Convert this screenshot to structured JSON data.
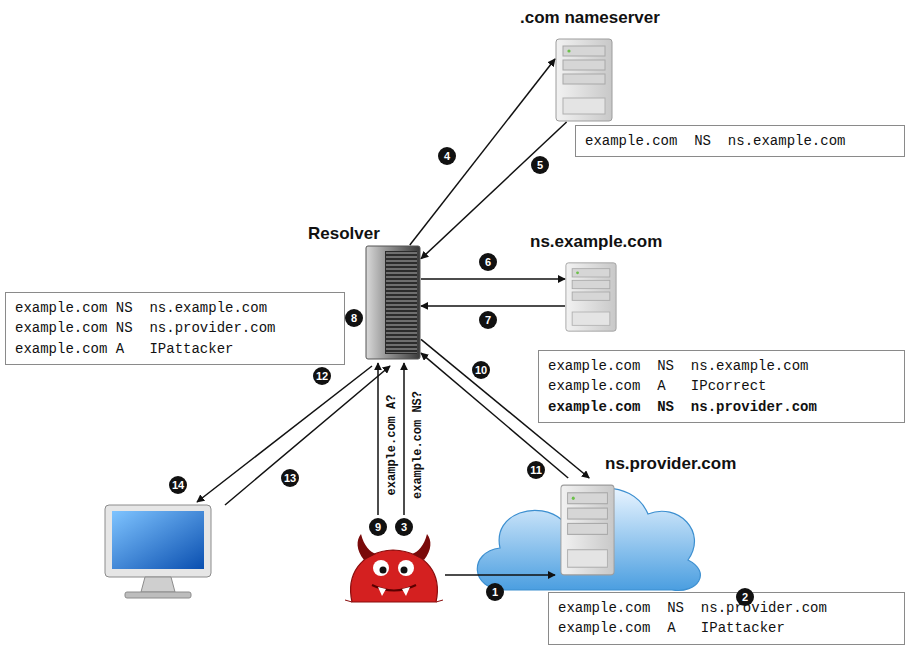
{
  "diagram": {
    "nodes": [
      {
        "text": [
          ".com nameserver"
        ]
      },
      {
        "text": [
          "example.com  NS  ns.example.com"
        ]
      },
      {
        "text": [
          "Resolver"
        ]
      },
      {
        "text": [
          "example.com NS  ns.example.com",
          "example.com NS  ns.provider.com",
          "example.com A   IPattacker"
        ]
      },
      {
        "text": [
          "ns.example.com"
        ]
      },
      {
        "text": [
          "example.com  NS  ns.example.com",
          "example.com  A   IPcorrect",
          "example.com  NS  ns.provider.com"
        ]
      },
      {
        "text": [
          "ns.provider.com"
        ]
      },
      {
        "text": [
          "example.com  NS  ns.provider.com",
          "example.com  A   IPattacker"
        ]
      }
    ],
    "edges": [
      {
        "from": 2,
        "to": 0,
        "arrow": "to"
      },
      {
        "from": 0,
        "to": 2,
        "arrow": "to"
      },
      {
        "from": 2,
        "to": 4,
        "arrow": "to"
      },
      {
        "from": 4,
        "to": 2,
        "arrow": "to"
      },
      {
        "from": 2,
        "to": 6,
        "arrow": "to"
      },
      {
        "from": 6,
        "to": 2,
        "arrow": "to"
      }
    ],
    "labels": [
      "1",
      "2",
      "3",
      "4",
      "5",
      "6",
      "7",
      "8",
      "9",
      "10",
      "11",
      "12",
      "13",
      "14",
      "example.com A?",
      "example.com NS?"
    ]
  }
}
